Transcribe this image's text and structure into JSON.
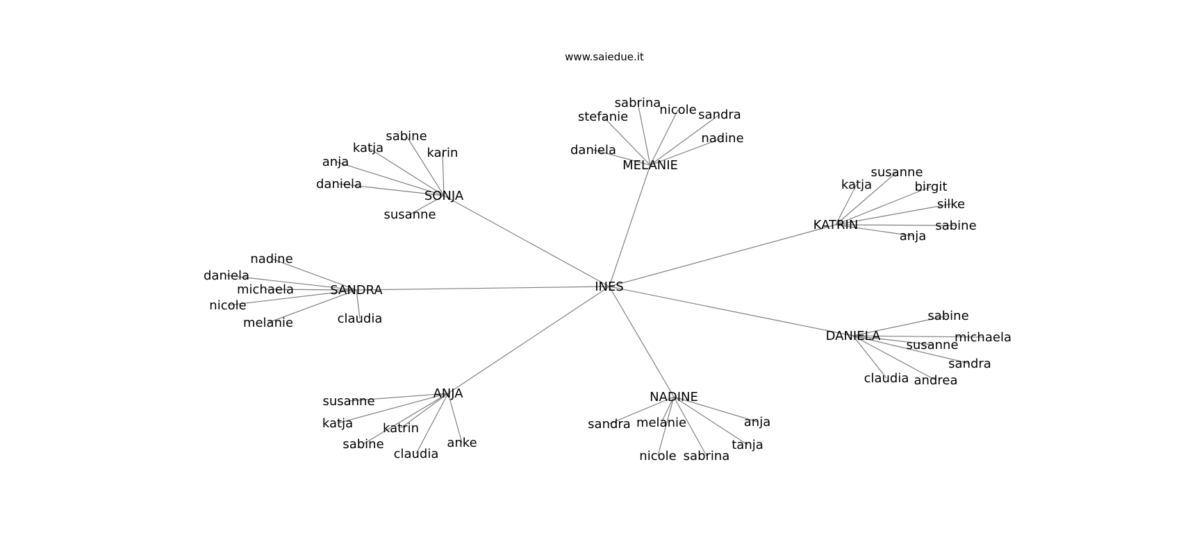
{
  "header": {
    "site": "www.saiedue.it"
  },
  "graph": {
    "root": "INES",
    "clusters": [
      {
        "id": "sonja",
        "label": "SONJA",
        "children": [
          "sabine",
          "katja",
          "karin",
          "anja",
          "daniela",
          "susanne"
        ]
      },
      {
        "id": "melanie",
        "label": "MELANIE",
        "children": [
          "sabrina",
          "nicole",
          "stefanie",
          "sandra",
          "nadine",
          "daniela"
        ]
      },
      {
        "id": "katrin",
        "label": "KATRIN",
        "children": [
          "susanne",
          "katja",
          "birgit",
          "silke",
          "sabine",
          "anja"
        ]
      },
      {
        "id": "sandra",
        "label": "SANDRA",
        "children": [
          "nadine",
          "daniela",
          "michaela",
          "nicole",
          "melanie",
          "claudia"
        ]
      },
      {
        "id": "daniela",
        "label": "DANIELA",
        "children": [
          "sabine",
          "michaela",
          "susanne",
          "sandra",
          "claudia",
          "andrea"
        ]
      },
      {
        "id": "anja",
        "label": "ANJA",
        "children": [
          "susanne",
          "katja",
          "katrin",
          "sabine",
          "claudia",
          "anke"
        ]
      },
      {
        "id": "nadine",
        "label": "NADINE",
        "children": [
          "sandra",
          "melanie",
          "anja",
          "tanja",
          "nicole",
          "sabrina"
        ]
      }
    ]
  }
}
